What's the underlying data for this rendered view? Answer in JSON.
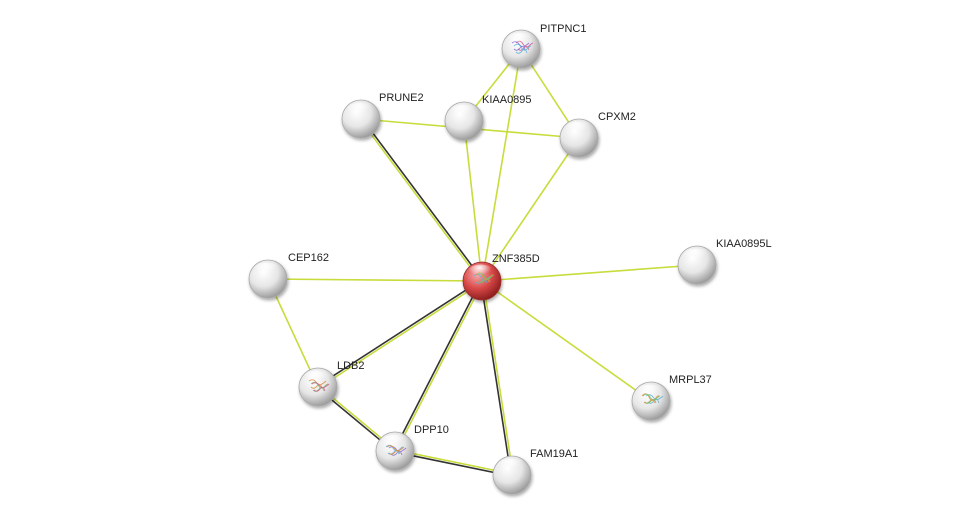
{
  "network": {
    "center": "ZNF385D",
    "nodes": [
      {
        "id": "ZNF385D",
        "label": "ZNF385D",
        "color": "#d23a3a",
        "has_structure": true
      },
      {
        "id": "PITPNC1",
        "label": "PITPNC1",
        "color": "#e8e8e8",
        "has_structure": true
      },
      {
        "id": "PRUNE2",
        "label": "PRUNE2",
        "color": "#e8e8e8",
        "has_structure": false
      },
      {
        "id": "KIAA0895",
        "label": "KIAA0895",
        "color": "#e8e8e8",
        "has_structure": false
      },
      {
        "id": "CPXM2",
        "label": "CPXM2",
        "color": "#e8e8e8",
        "has_structure": false
      },
      {
        "id": "KIAA0895L",
        "label": "KIAA0895L",
        "color": "#e8e8e8",
        "has_structure": false
      },
      {
        "id": "CEP162",
        "label": "CEP162",
        "color": "#e8e8e8",
        "has_structure": false
      },
      {
        "id": "LDB2",
        "label": "LDB2",
        "color": "#e8e8e8",
        "has_structure": true
      },
      {
        "id": "DPP10",
        "label": "DPP10",
        "color": "#e8e8e8",
        "has_structure": true
      },
      {
        "id": "FAM19A1",
        "label": "FAM19A1",
        "color": "#e8e8e8",
        "has_structure": false
      },
      {
        "id": "MRPL37",
        "label": "MRPL37",
        "color": "#e8e8e8",
        "has_structure": true
      }
    ],
    "edges": [
      {
        "source": "ZNF385D",
        "target": "PRUNE2",
        "colors": [
          "#c8dc3c",
          "#333333"
        ]
      },
      {
        "source": "ZNF385D",
        "target": "KIAA0895",
        "colors": [
          "#c8dc3c"
        ]
      },
      {
        "source": "ZNF385D",
        "target": "PITPNC1",
        "colors": [
          "#c8dc3c"
        ]
      },
      {
        "source": "ZNF385D",
        "target": "CPXM2",
        "colors": [
          "#c8dc3c"
        ]
      },
      {
        "source": "ZNF385D",
        "target": "KIAA0895L",
        "colors": [
          "#c8dc3c"
        ]
      },
      {
        "source": "ZNF385D",
        "target": "CEP162",
        "colors": [
          "#c8dc3c"
        ]
      },
      {
        "source": "ZNF385D",
        "target": "MRPL37",
        "colors": [
          "#c8dc3c"
        ]
      },
      {
        "source": "ZNF385D",
        "target": "LDB2",
        "colors": [
          "#c8dc3c",
          "#333333"
        ]
      },
      {
        "source": "ZNF385D",
        "target": "DPP10",
        "colors": [
          "#c8dc3c",
          "#333333"
        ]
      },
      {
        "source": "ZNF385D",
        "target": "FAM19A1",
        "colors": [
          "#c8dc3c",
          "#333333"
        ]
      },
      {
        "source": "PRUNE2",
        "target": "CPXM2",
        "colors": [
          "#c8dc3c"
        ]
      },
      {
        "source": "KIAA0895",
        "target": "PITPNC1",
        "colors": [
          "#c8dc3c"
        ]
      },
      {
        "source": "PITPNC1",
        "target": "CPXM2",
        "colors": [
          "#c8dc3c"
        ]
      },
      {
        "source": "CEP162",
        "target": "LDB2",
        "colors": [
          "#c8dc3c"
        ]
      },
      {
        "source": "LDB2",
        "target": "DPP10",
        "colors": [
          "#c8dc3c",
          "#333333"
        ]
      },
      {
        "source": "DPP10",
        "target": "FAM19A1",
        "colors": [
          "#c8dc3c",
          "#333333"
        ]
      }
    ]
  }
}
